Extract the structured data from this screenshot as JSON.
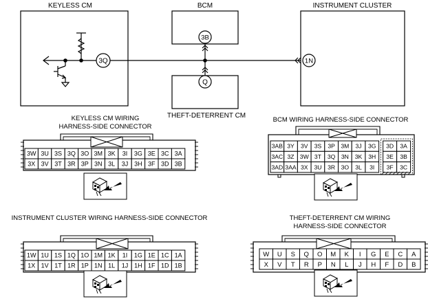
{
  "modules": {
    "keyless": "KEYLESS CM",
    "bcm": "BCM",
    "cluster": "INSTRUMENT CLUSTER",
    "theft": "THEFT-DETERRENT CM"
  },
  "terminals": {
    "keyless": "3Q",
    "bcm": "3B",
    "cluster": "1N",
    "theft": "Q"
  },
  "connectors": {
    "keyless": {
      "title": [
        "KEYLESS CM WIRING",
        "HARNESS-SIDE CONNECTOR"
      ],
      "rows": [
        [
          "3W",
          "3U",
          "3S",
          "3Q",
          "3O",
          "3M",
          "3K",
          "3I",
          "3G",
          "3E",
          "3C",
          "3A"
        ],
        [
          "3X",
          "3V",
          "3T",
          "3R",
          "3P",
          "3N",
          "3L",
          "3J",
          "3H",
          "3F",
          "3D",
          "3B"
        ]
      ]
    },
    "bcm": {
      "title": [
        "BCM WIRING HARNESS-SIDE CONNECTOR"
      ],
      "main_rows": [
        [
          "3AB",
          "3Y",
          "3V",
          "3S",
          "3P",
          "3M",
          "3J",
          "3G"
        ],
        [
          "3AC",
          "3Z",
          "3W",
          "3T",
          "3Q",
          "3N",
          "3K",
          "3H"
        ],
        [
          "3AD",
          "3AA",
          "3X",
          "3U",
          "3R",
          "3O",
          "3L",
          "3I"
        ]
      ],
      "side_rows": [
        [
          "3D",
          "3A"
        ],
        [
          "3E",
          "3B"
        ],
        [
          "3F",
          "3C"
        ]
      ]
    },
    "cluster": {
      "title": [
        "INSTRUMENT CLUSTER WIRING HARNESS-SIDE CONNECTOR"
      ],
      "rows": [
        [
          "1W",
          "1U",
          "1S",
          "1Q",
          "1O",
          "1M",
          "1K",
          "1I",
          "1G",
          "1E",
          "1C",
          "1A"
        ],
        [
          "1X",
          "1V",
          "1T",
          "1R",
          "1P",
          "1N",
          "1L",
          "1J",
          "1H",
          "1F",
          "1D",
          "1B"
        ]
      ]
    },
    "theft": {
      "title": [
        "THEFT-DETERRENT CM WIRING",
        "HARNESS-SIDE CONNECTOR"
      ],
      "rows": [
        [
          "W",
          "U",
          "S",
          "Q",
          "O",
          "M",
          "K",
          "I",
          "G",
          "E",
          "C",
          "A"
        ],
        [
          "X",
          "V",
          "T",
          "R",
          "P",
          "N",
          "L",
          "J",
          "H",
          "F",
          "D",
          "B"
        ]
      ]
    }
  }
}
